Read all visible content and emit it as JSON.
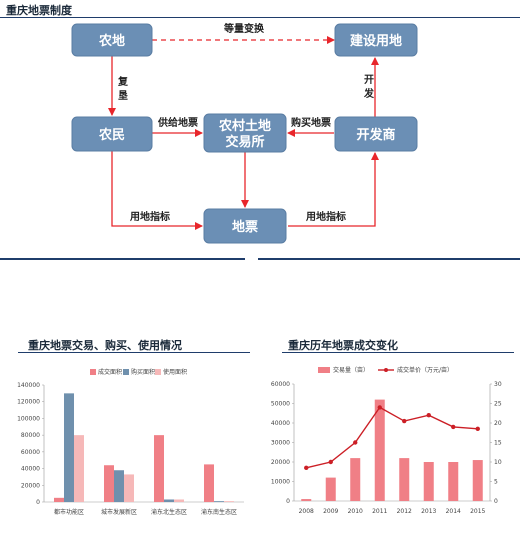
{
  "header": {
    "title": "重庆地票制度"
  },
  "diagram": {
    "nodes": {
      "land": "农地",
      "build": "建设用地",
      "farmer": "农民",
      "exchange_line1": "农村土地",
      "exchange_line2": "交易所",
      "developer": "开发商",
      "ticket": "地票"
    },
    "edges": {
      "equal_exchange": "等量变换",
      "reclaim_1": "复",
      "reclaim_2": "垦",
      "develop_1": "开",
      "develop_2": "发",
      "supply": "供给地票",
      "buy": "购买地票",
      "quota_left": "用地指标",
      "quota_right": "用地指标"
    },
    "colors": {
      "node": "#6b8fb5",
      "arrow": "#e8262b"
    }
  },
  "left_title": "重庆地票交易、购买、使用情况",
  "right_title": "重庆历年地票成交变化",
  "chart_data": [
    {
      "type": "bar",
      "categories": [
        "都市功能区",
        "城市发展新区",
        "渝东北生态区",
        "渝东南生态区"
      ],
      "series": [
        {
          "name": "成交面积",
          "values": [
            5000,
            44000,
            80000,
            45000
          ],
          "color": "#f07f86"
        },
        {
          "name": "购买面积",
          "values": [
            130000,
            38000,
            3000,
            1000
          ],
          "color": "#6f90ad"
        },
        {
          "name": "使用面积",
          "values": [
            80000,
            33000,
            3000,
            1000
          ],
          "color": "#f6b8b8"
        }
      ],
      "ylim": [
        0,
        140000
      ],
      "yticks": [
        "0",
        "20000",
        "40000",
        "60000",
        "80000",
        "100000",
        "120000",
        "140000"
      ],
      "legend": "top"
    },
    {
      "type": "bar",
      "categories": [
        "2008",
        "2009",
        "2010",
        "2011",
        "2012",
        "2013",
        "2014",
        "2015"
      ],
      "series": [
        {
          "name": "交易量（亩）",
          "values": [
            1000,
            12000,
            22000,
            52000,
            22000,
            20000,
            20000,
            21000
          ],
          "color": "#f07f86",
          "axis": "left"
        },
        {
          "name": "成交单价（万元/亩）",
          "values": [
            8.5,
            10,
            15,
            24,
            20.5,
            22,
            19,
            18.5
          ],
          "color": "#cc1f26",
          "axis": "right",
          "type": "line"
        }
      ],
      "ylim": [
        0,
        60000
      ],
      "ylim_right": [
        0,
        30
      ],
      "yticks": [
        "0",
        "10000",
        "20000",
        "30000",
        "40000",
        "50000",
        "60000"
      ],
      "yticks_right": [
        "0",
        "5",
        "10",
        "15",
        "20",
        "25",
        "30"
      ],
      "legend": "top"
    }
  ]
}
